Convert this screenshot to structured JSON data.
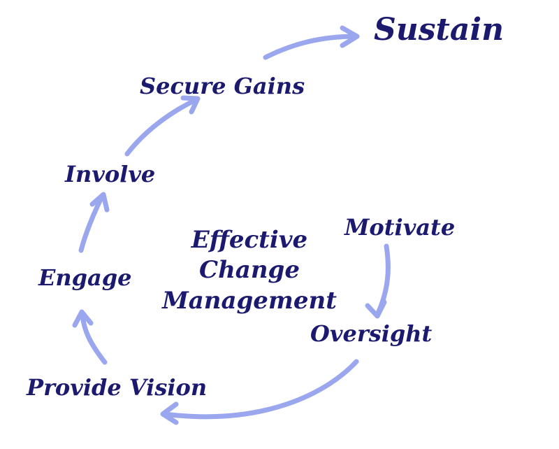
{
  "diagram": {
    "center_title": {
      "line1": "Effective",
      "line2": "Change",
      "line3": "Management"
    },
    "steps": {
      "sustain": "Sustain",
      "secure_gains": "Secure Gains",
      "involve": "Involve",
      "engage": "Engage",
      "provide_vision": "Provide Vision",
      "oversight": "Oversight",
      "motivate": "Motivate"
    }
  },
  "colors": {
    "text": "#1c1a6e",
    "arrow": "#9aa6ee"
  }
}
